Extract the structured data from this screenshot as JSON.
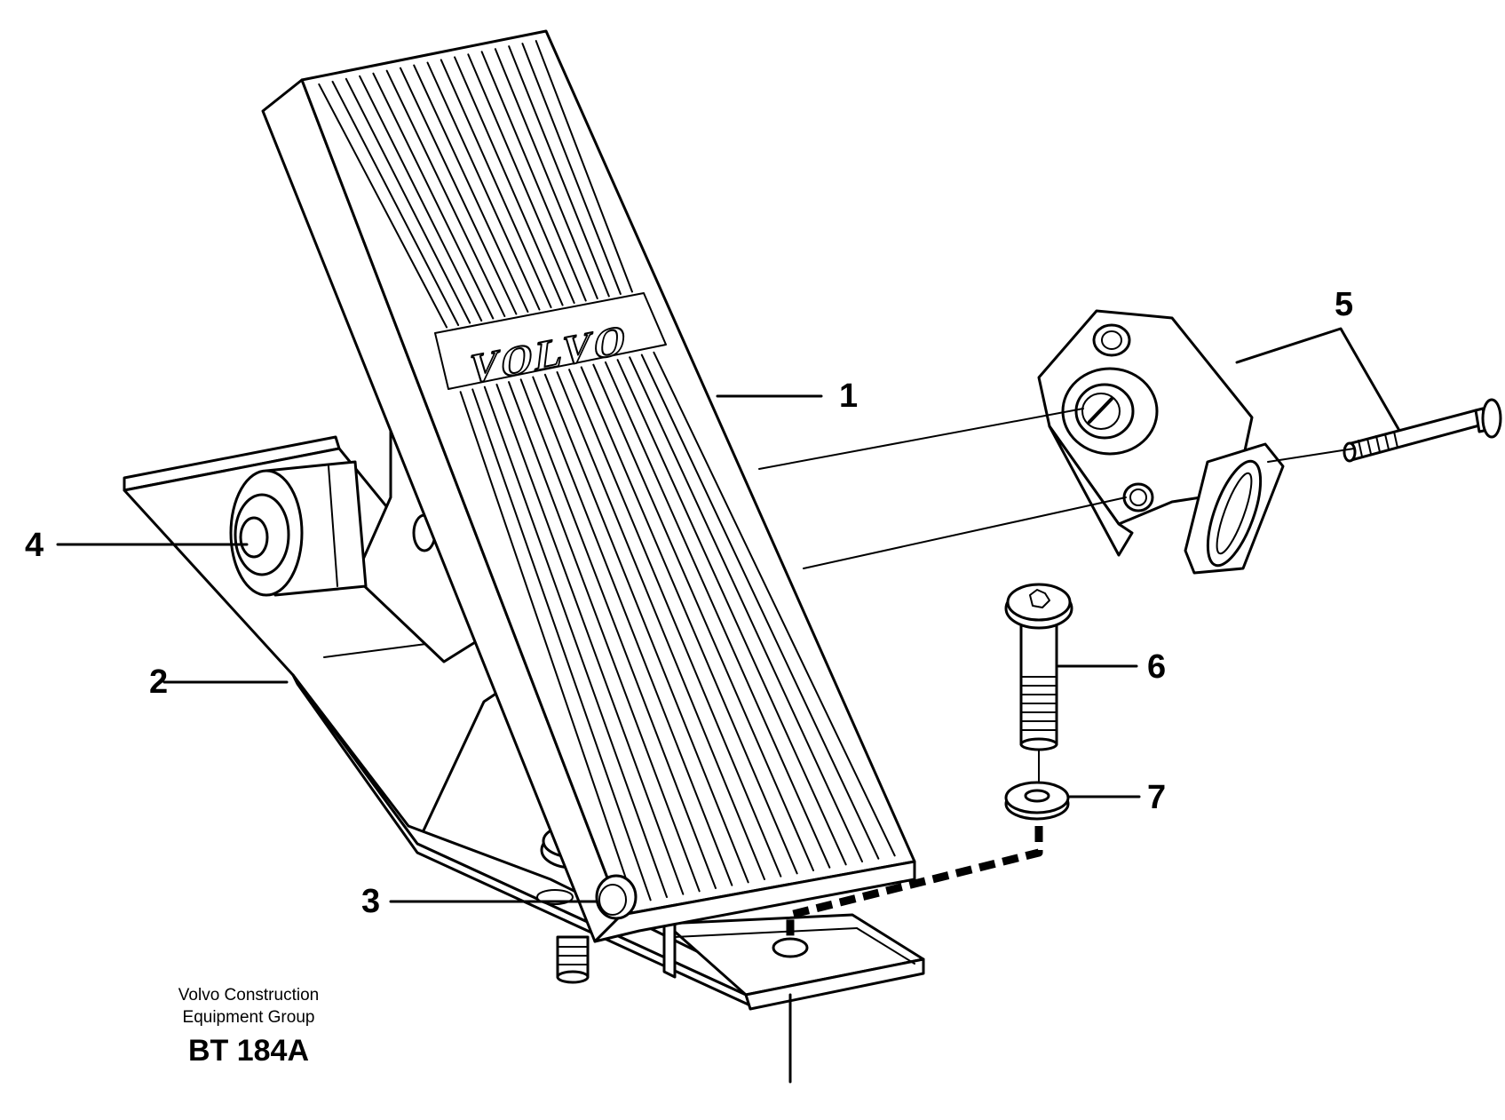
{
  "callouts": {
    "c1": "1",
    "c2": "2",
    "c3": "3",
    "c4": "4",
    "c5": "5",
    "c6": "6",
    "c7": "7"
  },
  "pedal_logo_text": "VOLVO",
  "caption": {
    "line1": "Volvo Construction",
    "line2": "Equipment Group",
    "code": "BT 184A"
  },
  "colors": {
    "ink": "#000000",
    "paper": "#ffffff"
  }
}
